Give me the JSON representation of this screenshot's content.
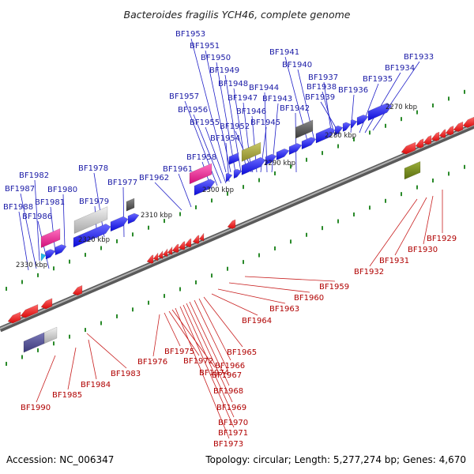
{
  "title": "Bacteroides fragilis YCH46, complete genome",
  "accession": "Accession: NC_006347",
  "summary": "Topology: circular; Length: 5,277,274 bp; Genes: 4,670",
  "kbp_marks": [
    {
      "label": "2270 kbp"
    },
    {
      "label": "2280 kbp"
    },
    {
      "label": "2290 kbp"
    },
    {
      "label": "2300 kbp"
    },
    {
      "label": "2310 kbp"
    },
    {
      "label": "2320 kbp"
    },
    {
      "label": "2330 kbp"
    }
  ],
  "top_labels": [
    "BF1953",
    "BF1951",
    "BF1950",
    "BF1949",
    "BF1948",
    "BF1947",
    "BF1946",
    "BF1952",
    "BF1945",
    "BF1954",
    "BF1957",
    "BF1956",
    "BF1955",
    "BF1944",
    "BF1943",
    "BF1942",
    "BF1941",
    "BF1940",
    "BF1937",
    "BF1938",
    "BF1939",
    "BF1936",
    "BF1935",
    "BF1934",
    "BF1933",
    "BF1958",
    "BF1961",
    "BF1962",
    "BF1977",
    "BF1978",
    "BF1979",
    "BF1980",
    "BF1981",
    "BF1982",
    "BF1987",
    "BF1986",
    "BF1988"
  ],
  "bottom_labels": [
    "BF1929",
    "BF1930",
    "BF1931",
    "BF1932",
    "BF1959",
    "BF1960",
    "BF1963",
    "BF1964",
    "BF1965",
    "BF1966",
    "BF1967",
    "BF1968",
    "BF1969",
    "BF1970",
    "BF1971",
    "BF1973",
    "BF1974",
    "BF1972",
    "BF1975",
    "BF1976",
    "BF1983",
    "BF1984",
    "BF1985",
    "BF1990"
  ],
  "colors": {
    "forward": "#1f1fe6",
    "reverse": "#e61f1f",
    "backbone": "#707070",
    "tick": "#2a8a2a"
  }
}
